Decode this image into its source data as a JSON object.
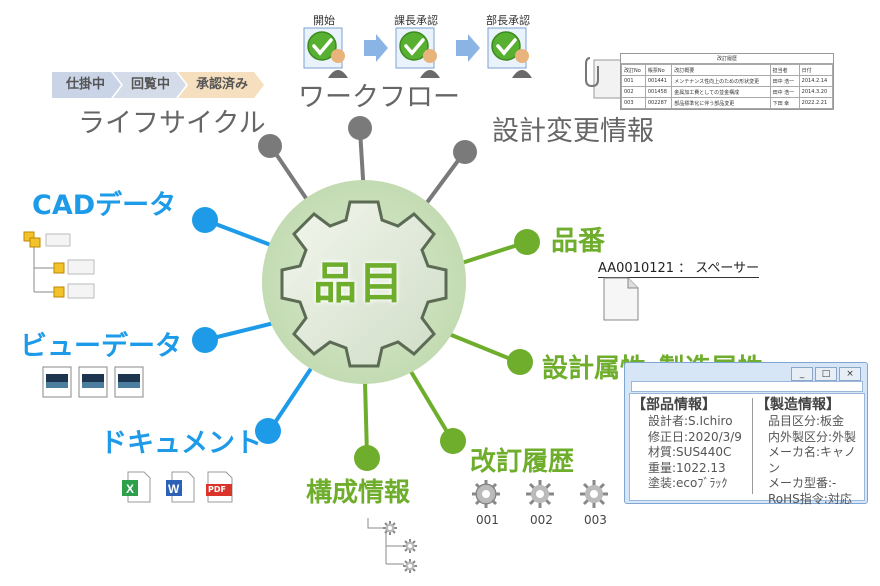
{
  "center": {
    "label": "品目"
  },
  "lifecycle": {
    "label": "ライフサイクル",
    "steps": [
      "仕掛中",
      "回覧中",
      "承認済み"
    ]
  },
  "workflow": {
    "label": "ワークフロー",
    "steps": [
      "開始",
      "課長承認",
      "部長承認"
    ]
  },
  "change_info": {
    "label": "設計変更情報",
    "table_title": "改訂履歴",
    "headers": [
      "改訂No",
      "帳票No",
      "改訂概要",
      "担当者",
      "日付"
    ],
    "rows": [
      [
        "001",
        "001441",
        "メンテナンス性向上のための形状変更",
        "田中 浩一",
        "2014.2.14"
      ],
      [
        "002",
        "001458",
        "金属加工費としての並金構成",
        "田中 浩一",
        "2014.3.20"
      ],
      [
        "003",
        "002287",
        "部品標準化に伴う部品変更",
        "下田 幸",
        "2022.2.21"
      ]
    ]
  },
  "cad": {
    "label": "CADデータ"
  },
  "view": {
    "label": "ビューデータ"
  },
  "docs": {
    "label": "ドキュメント",
    "icons": [
      "excel-icon",
      "word-icon",
      "pdf-icon"
    ],
    "pdf_text": "PDF"
  },
  "part_no": {
    "label": "品番",
    "value": "AA0010121 ： スペーサー"
  },
  "attrs": {
    "label": "設計属性･製造属性",
    "window_title": "",
    "design": {
      "title": "【部品情報】",
      "lines": [
        "設計者:S.Ichiro",
        "修正日:2020/3/9",
        "材質:SUS440C",
        "重量:1022.13",
        "塗装:ecoﾌﾞﾗｯｸ"
      ]
    },
    "manufacturing": {
      "title": "【製造情報】",
      "lines": [
        "品目区分:板金",
        "内外製区分:外製",
        "メーカ名:キャノン",
        "メーカ型番:-",
        "RoHS指令:対応"
      ]
    }
  },
  "revision": {
    "label": "改訂履歴",
    "items": [
      "001",
      "002",
      "003"
    ]
  },
  "structure": {
    "label": "構成情報"
  },
  "colors": {
    "blue": "#1e9be8",
    "green": "#6fae2c",
    "gray": "#7a7a7a",
    "gear_fill": "#c6dcae"
  }
}
